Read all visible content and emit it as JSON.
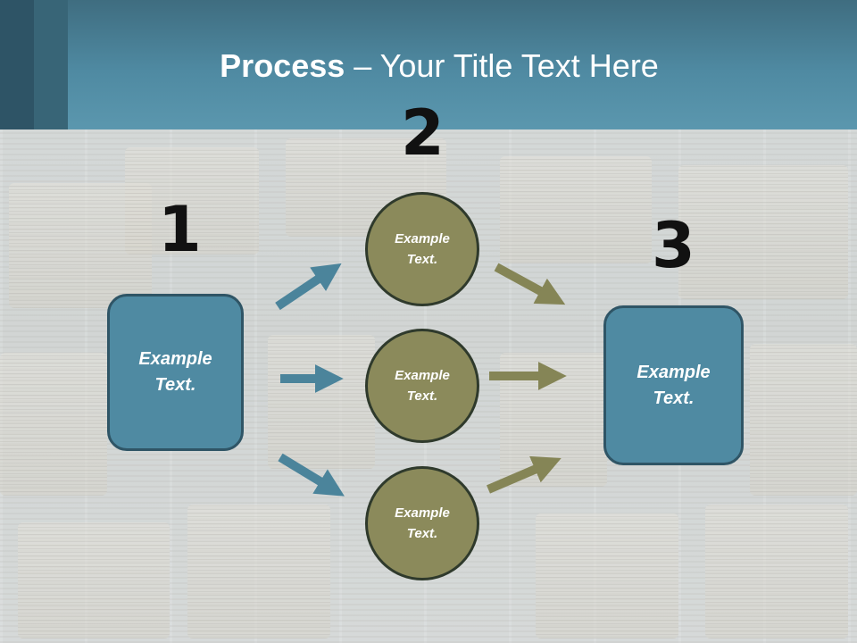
{
  "header": {
    "title_bold": "Process",
    "title_rest": " – Your Title Text Here"
  },
  "steps": {
    "one": "1",
    "two": "2",
    "three": "3"
  },
  "left_box": {
    "text": "Example\nText."
  },
  "right_box": {
    "text": "Example\nText."
  },
  "circles": [
    {
      "text": "Example\nText."
    },
    {
      "text": "Example\nText."
    },
    {
      "text": "Example\nText."
    }
  ],
  "colors": {
    "header": "#4f8aa2",
    "box_fill": "#4f8aa2",
    "box_border": "#2f5566",
    "circle_fill": "#8b8a5b",
    "blue_arrow": "#4b849b",
    "olive_arrow": "#858556"
  }
}
